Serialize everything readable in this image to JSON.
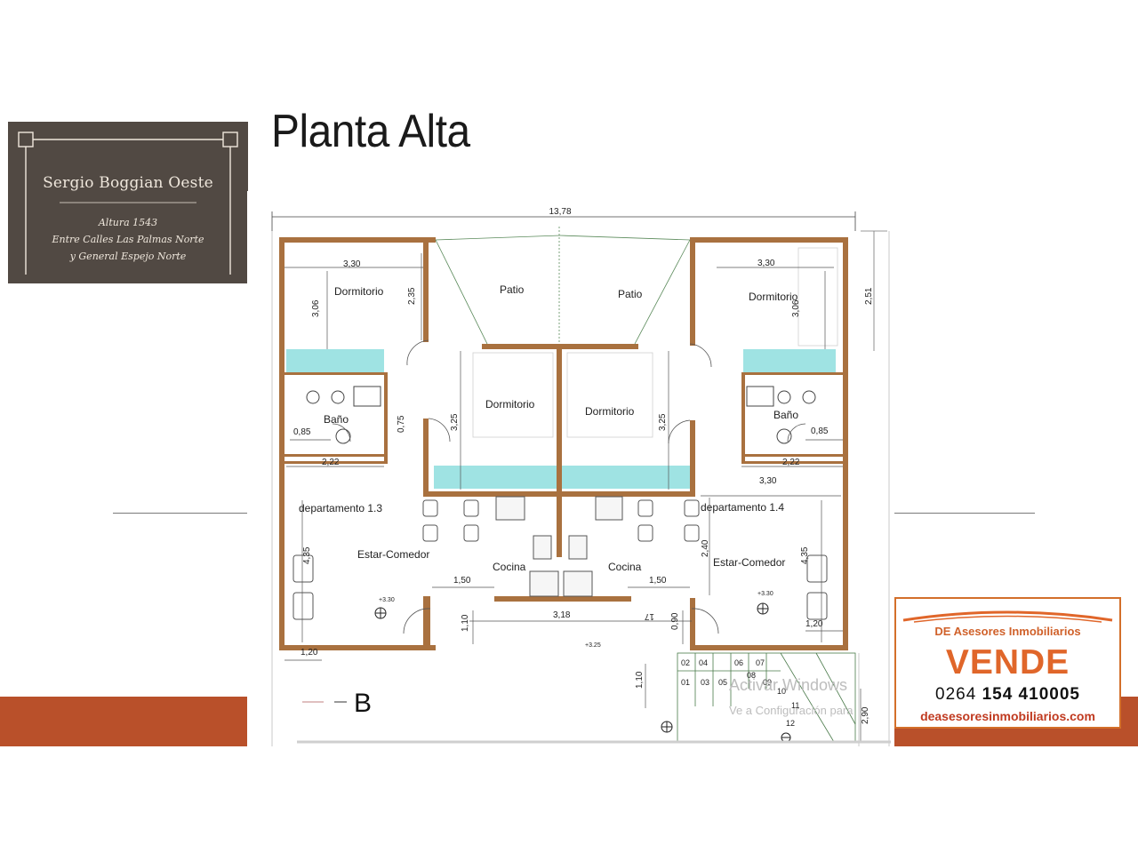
{
  "logo": {
    "name": "Sergio Boggian Oeste",
    "line1": "Altura 1543",
    "line2": "Entre Calles Las Palmas Norte",
    "line3": "y General Espejo Norte"
  },
  "title": "Planta Alta",
  "plan": {
    "overall_width": "13,78",
    "rooms": {
      "dormitorio": "Dormitorio",
      "patio": "Patio",
      "bano": "Baño",
      "estar": "Estar-Comedor",
      "cocina": "Cocina",
      "dep_13": "departamento 1.3",
      "dep_14": "departamento 1.4"
    },
    "dims": {
      "d330": "3,30",
      "d306": "3,06",
      "d235": "2,35",
      "d251": "2,51",
      "d325": "3,25",
      "d075": "0,75",
      "d085": "0,85",
      "d222": "2,22",
      "d435": "4,35",
      "d150": "1,50",
      "d318": "3,18",
      "d110": "1,10",
      "d090": "0,90",
      "d17": "17",
      "d120": "1,20",
      "d240": "2,40",
      "d290": "2,90",
      "lvl330": "+3.30",
      "lvl325": "+3.25"
    },
    "stair_steps": [
      "01",
      "02",
      "03",
      "04",
      "05",
      "06",
      "07",
      "08",
      "09",
      "10",
      "11",
      "12"
    ],
    "section_label": "B"
  },
  "watermark": {
    "line1": "Activar Windows",
    "line2": "Ve a Configuración para"
  },
  "vende": {
    "company": "DE Asesores Inmobiliarios",
    "word": "VENDE",
    "phone_prefix": "0264",
    "phone_number": "154 410005",
    "website": "deasesoresinmobiliarios.com"
  },
  "colors": {
    "wall": "#a9713f",
    "closet": "#9fe3e3",
    "orange_band": "#b9502a",
    "logo_bg": "#514943",
    "vende_accent": "#e0662a"
  }
}
